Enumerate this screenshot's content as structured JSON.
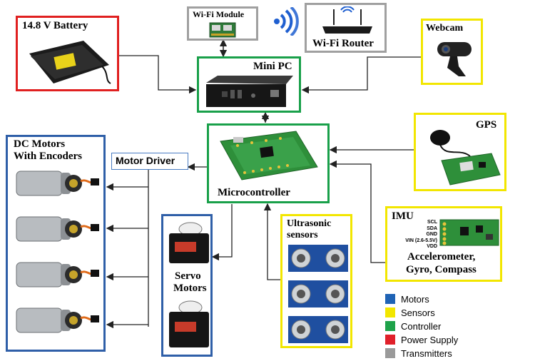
{
  "blocks": {
    "battery": {
      "label": "14.8 V Battery",
      "color": "#e02020"
    },
    "wifi_module": {
      "label": "Wi-Fi Module",
      "color": "#999999"
    },
    "wifi_router": {
      "label": "Wi-Fi Router",
      "color": "#999999"
    },
    "mini_pc": {
      "label": "Mini PC",
      "color": "#19a04a"
    },
    "webcam": {
      "label": "Webcam",
      "color": "#f2e600"
    },
    "gps": {
      "label": "GPS",
      "color": "#f2e600"
    },
    "microcontroller": {
      "label": "Microcontroller",
      "color": "#19a04a"
    },
    "motor_driver": {
      "label": "Motor Driver",
      "color": "#4a7cc2"
    },
    "dc_motors": {
      "label_line1": "DC Motors",
      "label_line2": "With Encoders",
      "color": "#2f5fa8"
    },
    "servo": {
      "label_line1": "Servo",
      "label_line2": "Motors",
      "color": "#2f5fa8"
    },
    "ultrasonic": {
      "label_line1": "Ultrasonic",
      "label_line2": "sensors",
      "color": "#f2e600"
    },
    "imu": {
      "label": "IMU",
      "desc_line1": "Accelerometer,",
      "desc_line2": "Gyro, Compass",
      "color": "#f2e600",
      "pins": [
        "SCL",
        "SDA",
        "GND",
        "VIN (2.6-5.5V)",
        "VDD"
      ]
    }
  },
  "legend": [
    {
      "label": "Motors",
      "color": "#1f63b5"
    },
    {
      "label": "Sensors",
      "color": "#f2e600"
    },
    {
      "label": "Controller",
      "color": "#1ea24a"
    },
    {
      "label": "Power Supply",
      "color": "#e0202a"
    },
    {
      "label": "Transmitters",
      "color": "#9a9a9a"
    }
  ]
}
